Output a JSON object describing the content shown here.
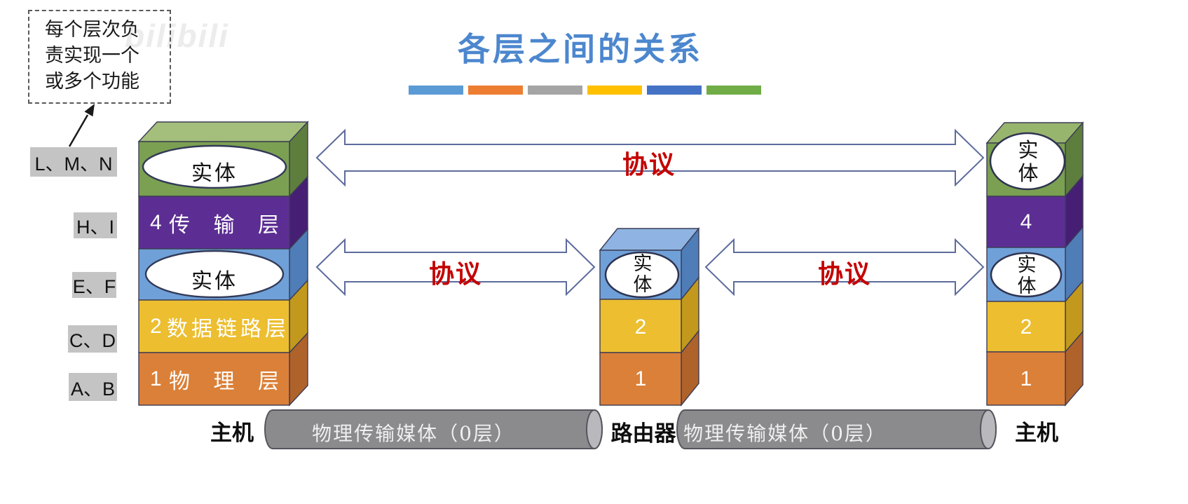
{
  "slide": {
    "title": "各层之间的关系",
    "watermark": "bilibili",
    "note": "每个层次负\n责实现一个\n或多个功能",
    "theme_dashes": [
      "#5B9BD5",
      "#ED7D31",
      "#A5A5A5",
      "#FFC000",
      "#4472C4",
      "#70AD47"
    ]
  },
  "function_labels": {
    "top": "L、M、N",
    "transport": "H、I",
    "network": "E、F",
    "datalink": "C、D",
    "physical": "A、B"
  },
  "protocols": {
    "top": "协议",
    "middle_left": "协议",
    "middle_right": "协议"
  },
  "host_left": {
    "caption": "主机",
    "entity_top": "实体",
    "transport_num": "4",
    "transport_name": "传 输 层",
    "entity_mid": "实体",
    "datalink_num": "2",
    "datalink_name": "数据链路层",
    "physical_num": "1",
    "physical_name": "物 理 层"
  },
  "router": {
    "caption": "路由器",
    "entity": "实体",
    "datalink_num": "2",
    "physical_num": "1"
  },
  "host_right": {
    "caption": "主机",
    "entity_top": "实体",
    "transport_num": "4",
    "entity_mid": "实体",
    "datalink_num": "2",
    "physical_num": "1"
  },
  "media": {
    "left": "物理传输媒体（0层）",
    "right": "物理传输媒体（0层）"
  },
  "colors": {
    "title_blue": "#4C87CE",
    "protocol_red": "#C40000",
    "layer_green": "#7BA052",
    "layer_purple": "#5C2E93",
    "layer_blue": "#6FA0D8",
    "layer_yellow": "#ECBE30",
    "layer_orange": "#DB8038",
    "cylinder_gray": "#8B8B8D",
    "function_label_bg": "#C4C4C4",
    "arrow_outline": "#5C6B9C"
  }
}
